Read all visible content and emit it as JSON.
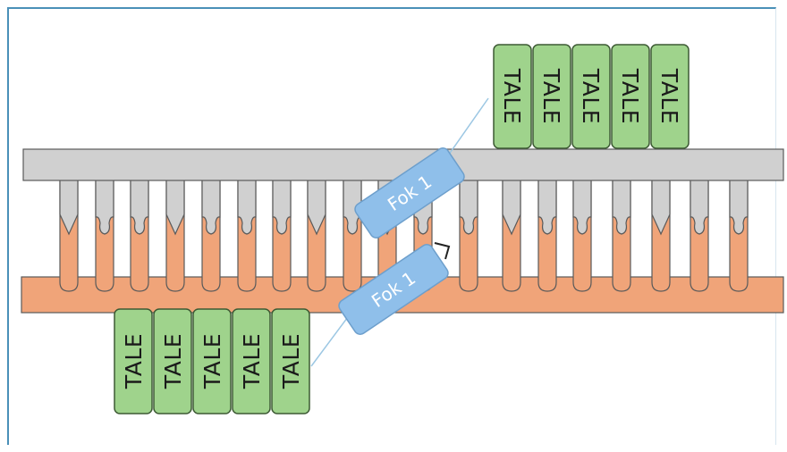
{
  "diagram": {
    "top_tale_labels": [
      "TALE",
      "TALE",
      "TALE",
      "TALE",
      "TALE"
    ],
    "bottom_tale_labels": [
      "TALE",
      "TALE",
      "TALE",
      "TALE",
      "TALE"
    ],
    "fok_top_label": "Fok 1",
    "fok_bottom_label": "Fok 1",
    "colors": {
      "tale_fill": "#9fd38c",
      "tale_stroke": "#3d5a34",
      "fok_fill": "#8fbfea",
      "fok_stroke": "#6d9fcc",
      "top_strand": "#d0d0d0",
      "bottom_strand": "#f0a479",
      "frame": "#4a90b8"
    }
  }
}
